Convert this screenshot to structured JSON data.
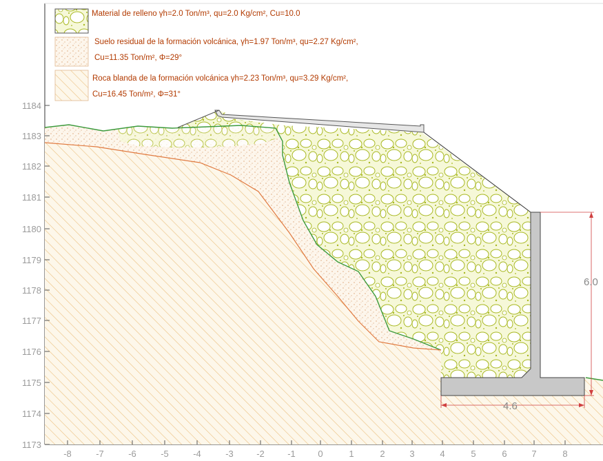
{
  "legend": [
    {
      "key": "relleno",
      "line1": "Material de relleno γh=2.0 Ton/m³, qu=2.0 Kg/cm², Cu=10.0",
      "line2": ""
    },
    {
      "key": "suelo",
      "line1": "Suelo residual de la formación volcánica, γh=1.97 Ton/m³, qu=2.27 Kg/cm²,",
      "line2": "Cu=11.35 Ton/m², Φ=29°"
    },
    {
      "key": "roca",
      "line1": "Roca blanda de la formación volcánica γh=2.23 Ton/m³, qu=3.29 Kg/cm²,",
      "line2": "Cu=16.45 Ton/m², Φ=31°"
    }
  ],
  "axes": {
    "y_ticks": [
      "1184",
      "1183",
      "1182",
      "1181",
      "1180",
      "1179",
      "1178",
      "1177",
      "1176",
      "1175",
      "1174",
      "1173"
    ],
    "x_ticks": [
      "-8",
      "-7",
      "-6",
      "-5",
      "-4",
      "-3",
      "-2",
      "-1",
      "0",
      "1",
      "2",
      "3",
      "4",
      "5",
      "6",
      "7",
      "8"
    ]
  },
  "dimensions": {
    "wall_height": "6.0",
    "base_width": "4.6"
  },
  "colors": {
    "relleno_line": "#a8b820",
    "relleno_fill": "#f6f8d8",
    "suelo_dots": "#d9a070",
    "roca_hatch": "#ecc080",
    "green_boundary": "#3c9a3c",
    "orange_boundary": "#e07a40",
    "wall_fill": "#c8c8c8",
    "legend_text": "#b23a00",
    "dim_line": "#d04040"
  }
}
